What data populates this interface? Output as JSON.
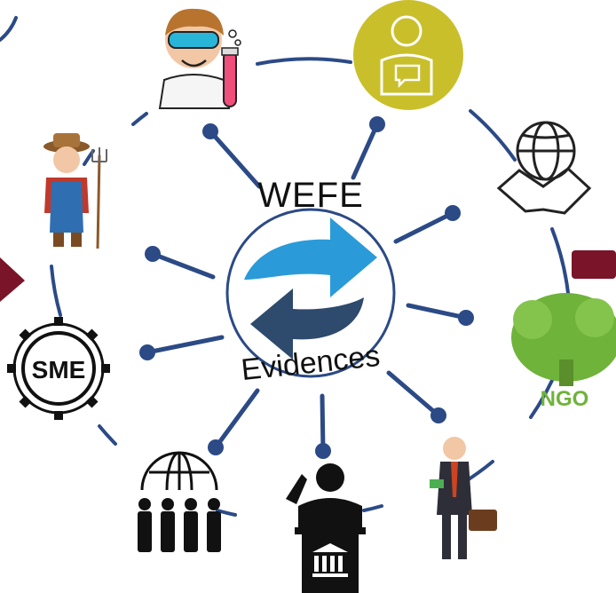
{
  "center": {
    "title": "WEFE",
    "subtitle": "Evidences"
  },
  "nodes": [
    {
      "id": "scientist",
      "icon": "scientist-icon"
    },
    {
      "id": "citizen",
      "icon": "citizen-talking-icon"
    },
    {
      "id": "global-partnership",
      "icon": "globe-handshake-icon"
    },
    {
      "id": "ngo",
      "icon": "ngo-tree-icon",
      "label": "NGO"
    },
    {
      "id": "businessman",
      "icon": "businessman-icon"
    },
    {
      "id": "policy-maker",
      "icon": "policy-maker-podium-icon"
    },
    {
      "id": "global-community",
      "icon": "global-people-icon"
    },
    {
      "id": "sme",
      "icon": "sme-gear-icon",
      "label": "SME"
    },
    {
      "id": "farmer",
      "icon": "farmer-icon"
    }
  ],
  "colors": {
    "ring": "#2b4a86",
    "connector": "#2b4a86",
    "arrow_light": "#2a9bd8",
    "arrow_dark": "#2e4a6c",
    "side_arrow": "#7a1428",
    "citizen_circle": "#c9bf2a",
    "ngo_green": "#6fb33a"
  }
}
